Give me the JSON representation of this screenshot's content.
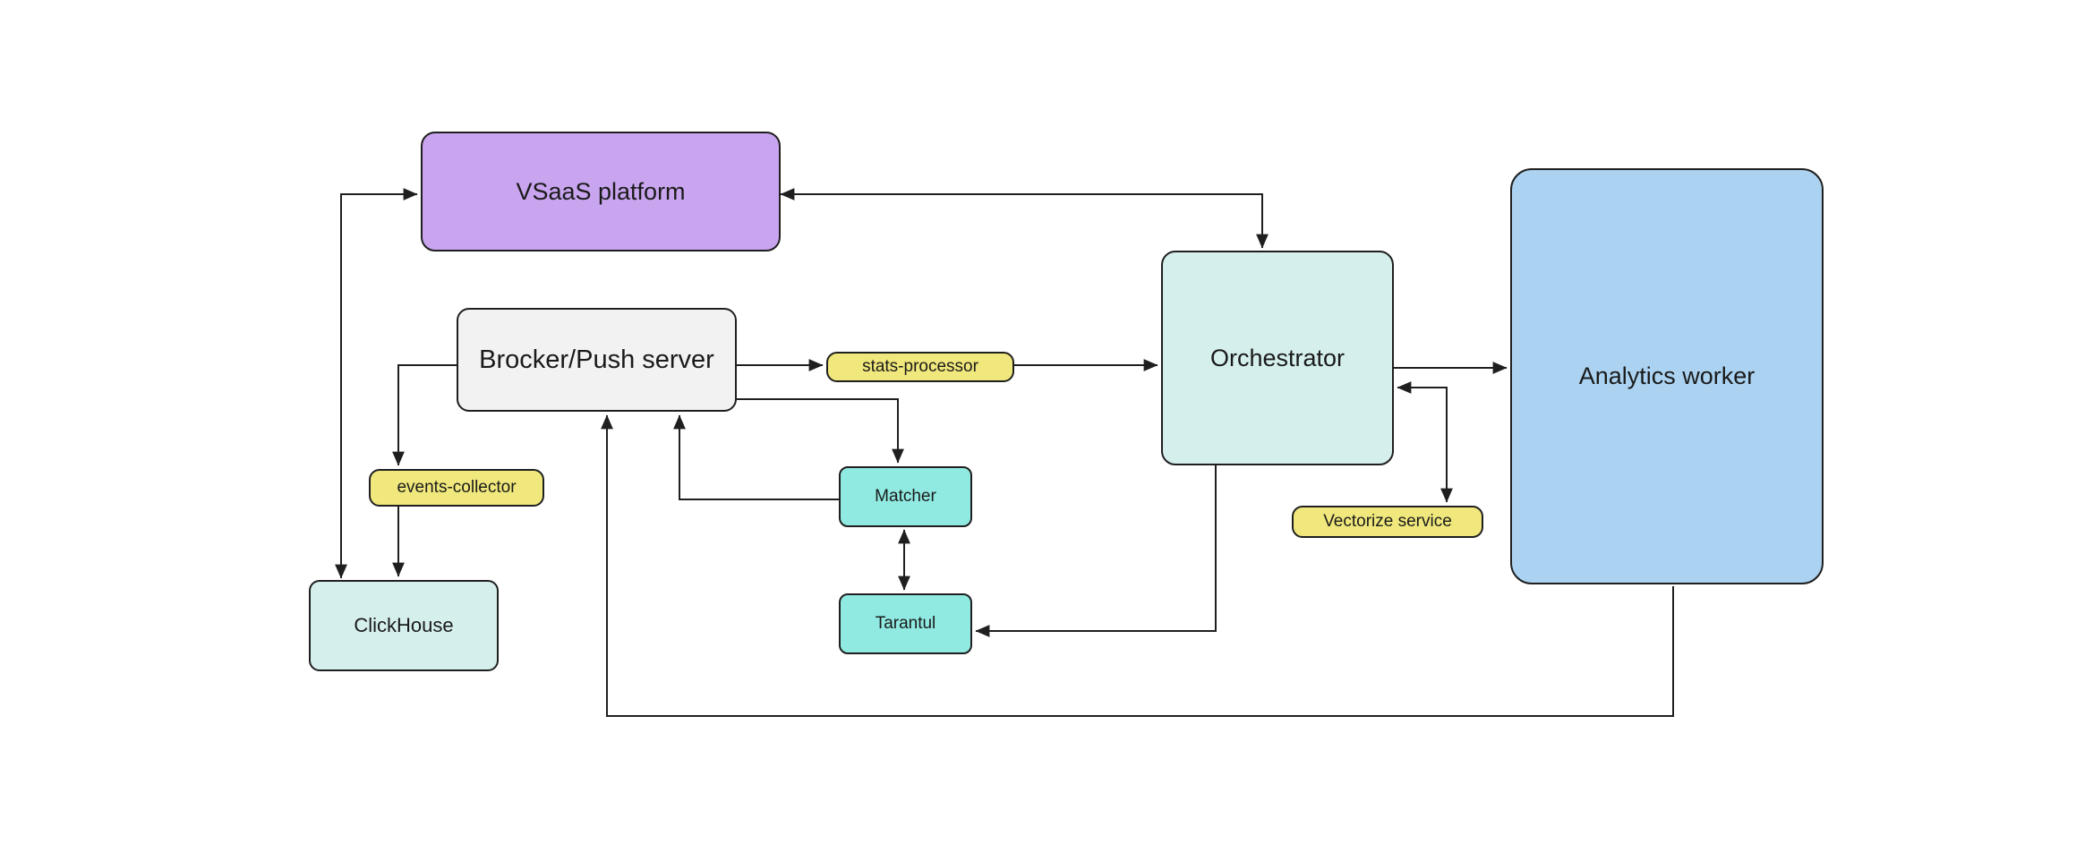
{
  "colors": {
    "background": "#ffffff",
    "node_purple": "#c9a5f0",
    "node_gray": "#f2f2f2",
    "node_yellow": "#f0e87c",
    "node_pale_cyan": "#d5efed",
    "node_cyan": "#90eae1",
    "node_blue": "#abd3f1",
    "border": "#1f1f1f",
    "line": "#1f1f1f",
    "text": "#1a1a1a"
  },
  "nodes": {
    "vsaas": {
      "label": "VSaaS platform"
    },
    "brocker": {
      "label": "Brocker/Push server"
    },
    "stats_processor": {
      "label": "stats-processor"
    },
    "orchestrator": {
      "label": "Orchestrator"
    },
    "analytics_worker": {
      "label": "Analytics worker"
    },
    "events_collector": {
      "label": "events-collector"
    },
    "clickhouse": {
      "label": "ClickHouse"
    },
    "matcher": {
      "label": "Matcher"
    },
    "tarantul": {
      "label": "Tarantul"
    },
    "vectorize_service": {
      "label": "Vectorize service"
    }
  },
  "connections": [
    {
      "from": "clickhouse",
      "to": "vsaas",
      "bidirectional": true
    },
    {
      "from": "vsaas",
      "to": "orchestrator",
      "bidirectional": true
    },
    {
      "from": "brocker",
      "to": "events_collector",
      "bidirectional": false
    },
    {
      "from": "events_collector",
      "to": "clickhouse",
      "bidirectional": false
    },
    {
      "from": "brocker",
      "to": "stats_processor",
      "bidirectional": false
    },
    {
      "from": "stats_processor",
      "to": "orchestrator",
      "bidirectional": false
    },
    {
      "from": "orchestrator",
      "to": "analytics_worker",
      "bidirectional": false
    },
    {
      "from": "orchestrator",
      "to": "vectorize_service",
      "bidirectional": true
    },
    {
      "from": "brocker",
      "to": "matcher",
      "bidirectional": false
    },
    {
      "from": "matcher",
      "to": "brocker",
      "bidirectional": false
    },
    {
      "from": "matcher",
      "to": "tarantul",
      "bidirectional": true
    },
    {
      "from": "orchestrator",
      "to": "tarantul",
      "bidirectional": false
    },
    {
      "from": "analytics_worker",
      "to": "brocker",
      "bidirectional": false
    }
  ]
}
